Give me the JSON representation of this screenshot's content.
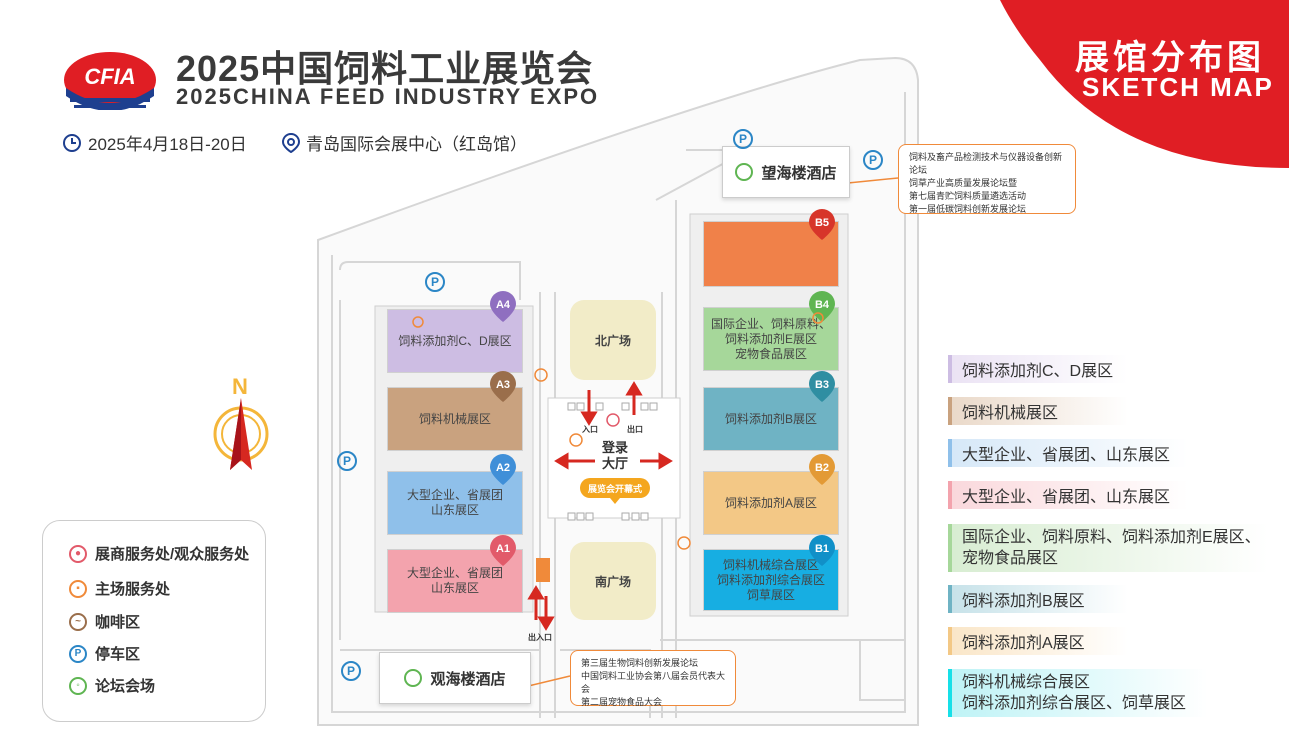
{
  "header": {
    "logo_text": "CFIA",
    "title_cn": "2025中国饲料工业展览会",
    "title_en": "2025CHINA FEED INDUSTRY EXPO",
    "date": "2025年4月18日-20日",
    "venue": "青岛国际会展中心（红岛馆）"
  },
  "corner": {
    "title": "展馆分布图",
    "subtitle": "SKETCH MAP",
    "color": "#e01e24"
  },
  "compass": {
    "label": "N"
  },
  "halls": {
    "A1": {
      "badge": "A1",
      "label": "大型企业、省展团\n山东展区",
      "color": "#f3a3ad",
      "badge_color": "#e25a6a"
    },
    "A2": {
      "badge": "A2",
      "label": "大型企业、省展团\n山东展区",
      "color": "#8fc0ea",
      "badge_color": "#3f8fd8"
    },
    "A3": {
      "badge": "A3",
      "label": "饲料机械展区",
      "color": "#c9a27f",
      "badge_color": "#9a6e4b"
    },
    "A4": {
      "badge": "A4",
      "label": "饲料添加剂C、D展区",
      "color": "#cdbde3",
      "badge_color": "#8f6fc0"
    },
    "B1": {
      "badge": "B1",
      "label": "饲料机械综合展区\n饲料添加剂综合展区\n饲草展区",
      "color": "#17aee2",
      "badge_color": "#1190c8"
    },
    "B2": {
      "badge": "B2",
      "label": "饲料添加剂A展区",
      "color": "#f3c886",
      "badge_color": "#e39a35"
    },
    "B3": {
      "badge": "B3",
      "label": "饲料添加剂B展区",
      "color": "#6fb3c4",
      "badge_color": "#2f8ea2"
    },
    "B4": {
      "badge": "B4",
      "label": "国际企业、饲料原料、\n饲料添加剂E展区\n宠物食品展区",
      "color": "#a6d79a",
      "badge_color": "#5fb552"
    },
    "B5": {
      "badge": "B5",
      "label": "",
      "color": "#f08149",
      "badge_color": "#d7352a"
    }
  },
  "plazas": {
    "north": "北广场",
    "south": "南广场"
  },
  "center": {
    "lobby": "登录\n大厅",
    "opening": "展览会开幕式",
    "entrance": "入口",
    "exit": "出口",
    "inout": "出入口"
  },
  "hotels": {
    "top": "望海楼酒店",
    "bottom": "观海楼酒店"
  },
  "callouts": {
    "top": [
      "饲料及畜产品检测技术与仪器设备创新论坛",
      "饲草产业高质量发展论坛暨",
      "第七届青贮饲料质量遴选活动",
      "第一届低碳饲料创新发展论坛"
    ],
    "bottom": [
      "第三届生物饲料创新发展论坛",
      "中国饲料工业协会第八届会员代表大会",
      "第二届宠物食品大会"
    ]
  },
  "legend": [
    {
      "icon": "service-icon",
      "label": "展商服务处/观众服务处",
      "color": "#e25a6a"
    },
    {
      "icon": "host-service-icon",
      "label": "主场服务处",
      "color": "#f08a3a"
    },
    {
      "icon": "coffee-icon",
      "label": "咖啡区",
      "color": "#9a6e4b"
    },
    {
      "icon": "parking-icon",
      "label": "停车区",
      "color": "#2b86c6"
    },
    {
      "icon": "forum-icon",
      "label": "论坛会场",
      "color": "#5fb552"
    }
  ],
  "parking_label": "P",
  "zones": [
    {
      "label": "饲料添加剂C、D展区",
      "color": "#cdbde3"
    },
    {
      "label": "饲料机械展区",
      "color": "#c9a27f"
    },
    {
      "label": "大型企业、省展团、山东展区",
      "color": "#8fc0ea"
    },
    {
      "label": "大型企业、省展团、山东展区",
      "color": "#f3a3ad"
    },
    {
      "label": "国际企业、饲料原料、饲料添加剂E展区、\n宠物食品展区",
      "color": "#a6d79a"
    },
    {
      "label": "饲料添加剂B展区",
      "color": "#6fb3c4"
    },
    {
      "label": "饲料添加剂A展区",
      "color": "#f3c886"
    },
    {
      "label": "饲料机械综合展区\n饲料添加剂综合展区、饲草展区",
      "color": "#17e0e8"
    }
  ]
}
